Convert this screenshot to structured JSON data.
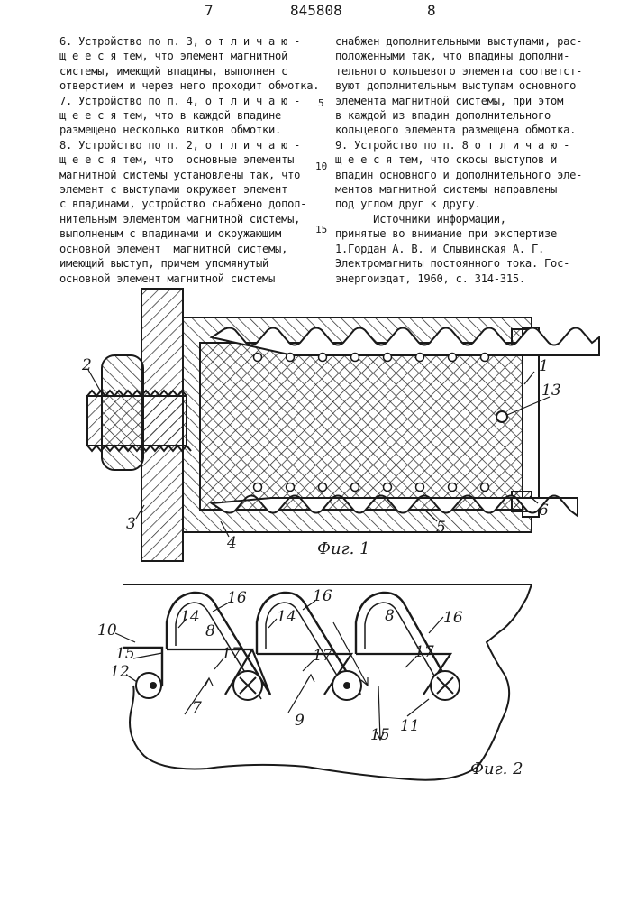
{
  "header": {
    "page_left": "7",
    "patent_number": "845808",
    "page_right": "8"
  },
  "left_column": [
    "6. Устройство по п. 3, о т л и ч а ю -",
    "щ е е с я тем, что элемент магнитной",
    "системы, имеющий впадины, выполнен с",
    "отверстием и через него проходит обмотка.",
    "7. Устройство по п. 4, о т л и ч а ю -",
    "щ е е с я тем, что в каждой впадине",
    "размещено несколько витков обмотки.",
    "8. Устройство по п. 2, о т л и ч а ю -",
    "щ е е с я тем, что  основные элементы",
    "магнитной системы установлены так, что",
    "элемент с выступами окружает элемент",
    "с впадинами, устройство снабжено допол-",
    "нительным элементом магнитной системы,",
    "выполненым с впадинами и окружающим",
    "основной элемент  магнитной системы,",
    "имеющий выступ, причем упомянутый",
    "основной элемент магнитной системы"
  ],
  "right_column": [
    "снабжен дополнительными выступами, рас-",
    "положенными так, что впадины дополни-",
    "тельного кольцевого элемента соответст-",
    "вуют дополнительным выступам основного",
    "элемента магнитной системы, при этом",
    "в каждой из впадин дополнительного",
    "кольцевого элемента размещена обмотка.",
    "9. Устройство по п. 8 о т л и ч а ю -",
    "щ е е с я тем, что скосы выступов и",
    "впадин основного и дополнительного эле-",
    "ментов магнитной системы направлены",
    "под углом друг к другу.",
    "      Источники информации,",
    "принятые во внимание при экспертизе",
    "1.Гордан А. В. и Слывинская А. Г.",
    "Электромагниты постоянного тока. Гос-",
    "энергоиздат, 1960, с. 314-315."
  ],
  "line_numbers": [
    "5",
    "10",
    "15"
  ],
  "figure1": {
    "caption": "Фиг. 1",
    "labels": [
      "1",
      "2",
      "3",
      "4",
      "5",
      "6",
      "13"
    ]
  },
  "figure2": {
    "caption": "Фиг. 2",
    "labels": [
      "7",
      "8",
      "8",
      "9",
      "10",
      "11",
      "12",
      "14",
      "14",
      "15",
      "15",
      "16",
      "16",
      "16",
      "17",
      "17",
      "17"
    ]
  }
}
